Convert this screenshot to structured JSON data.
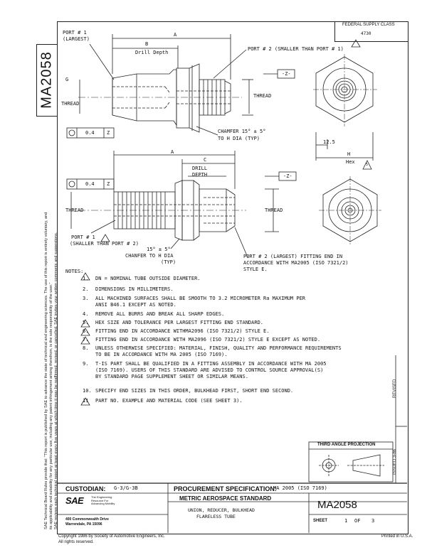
{
  "document_id": "MA2058",
  "federal_supply_class": {
    "label": "FEDERAL SUPPLY CLASS",
    "value": "4730"
  },
  "top_view": {
    "port1": "PORT # 1",
    "port1_sub": "(LARGEST)",
    "dim_a": "A",
    "dim_b": "B",
    "drill_depth": "Drill Depth",
    "port2": "PORT # 2 (SMALLER THAN PORT # 1)",
    "thread_left": "THREAD",
    "datum_z": "-Z-",
    "thread_right": "THREAD",
    "fcf_dia": "0.4",
    "fcf_datum": "Z",
    "chamfer": "CHAMFER 15° ± 5°",
    "chamfer_sub": "TO H DIA (TYP)",
    "letter_g": "G"
  },
  "end_view": {
    "dim_12_5": "12.5",
    "h": "H",
    "hex": "Hex",
    "flag": "5"
  },
  "bottom_view": {
    "dim_a": "A",
    "dim_c": "C",
    "drill": "DRILL",
    "depth": "DEPTH",
    "datum_z": "-Z-",
    "fcf_dia": "0.4",
    "fcf_datum": "Z",
    "thread_left": "THREAD",
    "thread_right": "THREAD",
    "port1": "PORT # 1",
    "port1_sub": "(SHALLER THAN PORT # 2)",
    "chamfer_ang": "15° ± 5°",
    "chamfer": "CHANFER TO H DIA",
    "chamfer_sub": "(TYP)",
    "port2": "PORT # 2 (LARGEST) FITTING END IN",
    "port2_l2": "ACCORDANCE WITH MA2005 (ISO 7321/2)",
    "port2_l3": "STYLE E."
  },
  "notes": {
    "heading": "NOTES:",
    "items": [
      {
        "num": "1.",
        "text": "DN = NOMINAL TUBE OUTSIDE DIAMETER."
      },
      {
        "num": "2.",
        "text": "DIMENSIONS IN MILLIMETERS."
      },
      {
        "num": "3.",
        "text": "ALL MACHINED SURFACES SHALL BE SMOOTH TO 3.2 MICROMETER Ra MAXIMUM PER"
      },
      {
        "num": "",
        "text": "ANSI B46.1 EXCEPT AS NOTED."
      },
      {
        "num": "4.",
        "text": "REMOVE ALL BURRS AND BREAK ALL SHARP EDGES."
      },
      {
        "num": "5.",
        "text": "HEX SIZE AND TOLERANCE PER LARGEST FITTING END STANDARD."
      },
      {
        "num": "6.",
        "text": "FITTING END IN ACCORDANCE WITHMA2096 (ISO 7321/2) STYLE E."
      },
      {
        "num": "7.",
        "text": "FITTING END IN ACCORDANCE WITH MA2096 (ISO 7321/2) STYLE E EXCEPT AS NOTED."
      },
      {
        "num": "8.",
        "text": "UNLESS OTHERWISE SPECIFIED: MATERIAL, FINISH, QUALITY AND PERFORMANCE REQUIREMENTS"
      },
      {
        "num": "",
        "text": "TO BE IN ACCORDANCE WITH MA 2005 (ISO 7169)."
      },
      {
        "num": "9.",
        "text": "T-IS PART SHALL BE QUALIFIED IN A FITTING ASSEMBLY IN ACCORDANCE WITH MA 2005"
      },
      {
        "num": "",
        "text": "(ISO 7169). USERS OF THIS STANDARD ARE ADVISED TO CONTROL SOURCE APPROVAL(S)"
      },
      {
        "num": "",
        "text": "BY STANDARD PAGE SUPPLEMENT SHEET OR SIMILAR MEANS."
      },
      {
        "num": "10.",
        "text": "SPECIFY END SIZES IN THIS ORDER, BULKHEAD FIRST, SHORT END SECOND."
      },
      {
        "num": "11",
        "text": "PART NO. EXAMPLE AND MATERIAL CODE (SEE SHEET 3)."
      }
    ]
  },
  "revised": "REVISED",
  "issued": "ISSUED 3-86",
  "third_angle": "THIRD ANGLE PROJECTION",
  "custodian": {
    "label": "CUSTODIAN:",
    "value": "G-3/G-3B"
  },
  "procurement": {
    "label": "PROCUREMENT SPECIFICATION:",
    "value": "MA 2005 (ISO 7169)"
  },
  "standard_title": "METRIC AEROSPACE STANDARD",
  "part_desc_1": "UNION, REDUCER, BULKHEAD",
  "part_desc_2": "FLARELESS TUBE",
  "sheet": {
    "label": "SHEET",
    "num": "1",
    "of": "OF",
    "total": "3"
  },
  "sae": {
    "logo": "SAE",
    "tag1": "The Engineering",
    "tag2": "Resource For",
    "tag3": "Advancing Mobility"
  },
  "address": {
    "line1": "400 Commonwealth Drive",
    "line2": "Warrendale, PA 15096"
  },
  "copyright": {
    "line1": "Copyright 1986 by Society of Automotive Engineers, Inc.",
    "line2": "All rights reserved."
  },
  "printed": "Printed in U.S.A.",
  "side_notes": [
    "SAE Technical Board Rules provide that: \"This report is published by SAE to advance the state of technical and engineering sciences. The use of this report is entirely voluntary, and",
    "its applicability and suitability for any particular use, including any patent infringement arising therefrom, is the sole responsibility of the user.\"",
    "SAE reviews each technical report at least every five years at which time it may be reaffirmed, revised, or cancelled. SAE invites your written comments and suggestions."
  ]
}
